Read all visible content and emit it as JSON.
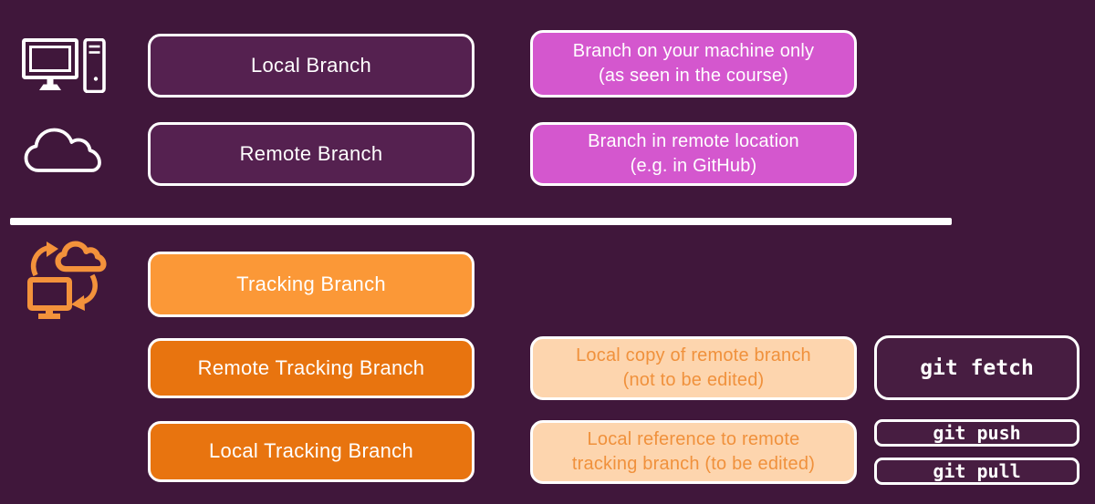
{
  "colors": {
    "background": "#40173b",
    "purple_box": "#552150",
    "magenta_box": "#d457ce",
    "light_orange_box": "#fb9837",
    "dark_orange_box": "#e8740f",
    "peach_box": "#fdd5ae",
    "peach_text": "#f0913c",
    "command_box": "#471d41",
    "border": "#ffffff",
    "icon_orange": "#f3923b",
    "icon_white": "#ffffff"
  },
  "top_section": {
    "rows": [
      {
        "icon": "desktop-computer-icon",
        "label": "Local Branch",
        "description_line1": "Branch on your machine only",
        "description_line2": "(as seen in the course)"
      },
      {
        "icon": "cloud-icon",
        "label": "Remote Branch",
        "description_line1": "Branch in remote location",
        "description_line2": "(e.g. in GitHub)"
      }
    ]
  },
  "bottom_section": {
    "icon": "cloud-computer-sync-icon",
    "rows": [
      {
        "label": "Tracking Branch"
      },
      {
        "label": "Remote Tracking Branch",
        "description_line1": "Local copy of remote branch",
        "description_line2": "(not to be edited)",
        "command": "git fetch"
      },
      {
        "label": "Local Tracking Branch",
        "description_line1": "Local reference to remote",
        "description_line2": "tracking branch (to be edited)",
        "commands": [
          "git push",
          "git pull"
        ]
      }
    ]
  }
}
